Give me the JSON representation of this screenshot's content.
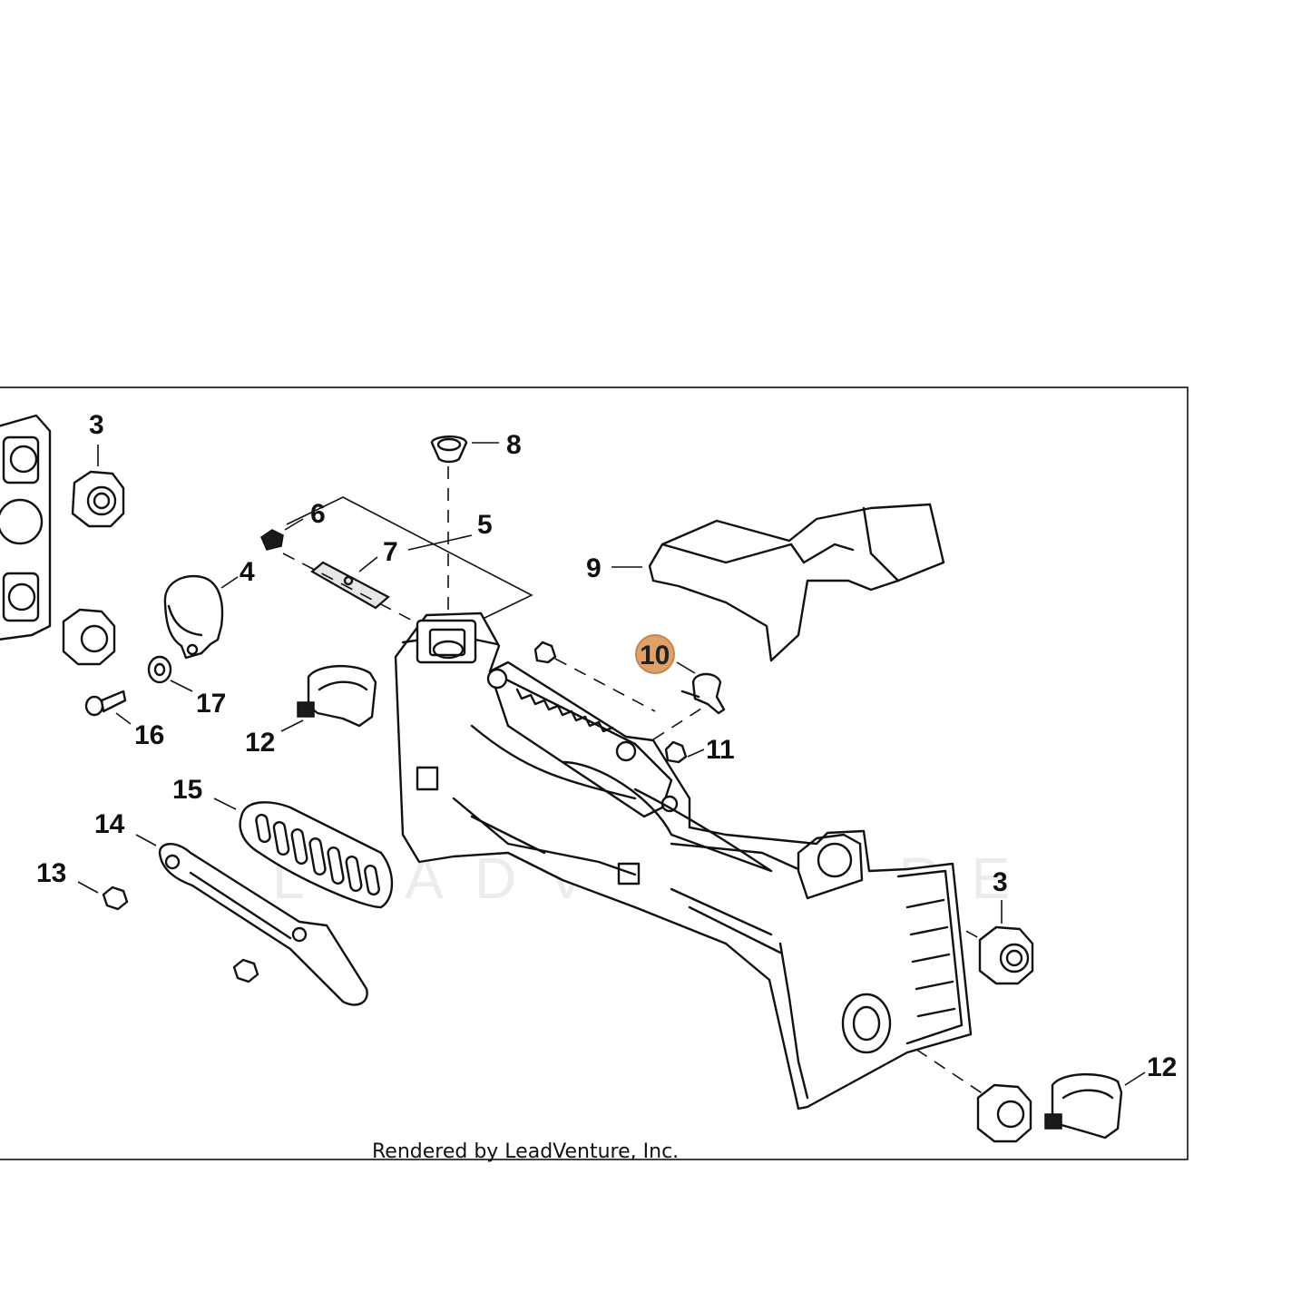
{
  "diagram": {
    "credit": "Rendered by LeadVenture, Inc.",
    "watermark": "LEADVENTURE",
    "highlight_color": "#e0a06a",
    "highlight_stroke": "#c8834a",
    "callouts": [
      {
        "id": "3a",
        "label": "3"
      },
      {
        "id": "8",
        "label": "8"
      },
      {
        "id": "6",
        "label": "6"
      },
      {
        "id": "5",
        "label": "5"
      },
      {
        "id": "7",
        "label": "7"
      },
      {
        "id": "4",
        "label": "4"
      },
      {
        "id": "9",
        "label": "9"
      },
      {
        "id": "10",
        "label": "10",
        "highlighted": true
      },
      {
        "id": "17",
        "label": "17"
      },
      {
        "id": "16",
        "label": "16"
      },
      {
        "id": "12a",
        "label": "12"
      },
      {
        "id": "11",
        "label": "11"
      },
      {
        "id": "15",
        "label": "15"
      },
      {
        "id": "14",
        "label": "14"
      },
      {
        "id": "13",
        "label": "13"
      },
      {
        "id": "3b",
        "label": "3"
      },
      {
        "id": "12b",
        "label": "12"
      }
    ]
  }
}
